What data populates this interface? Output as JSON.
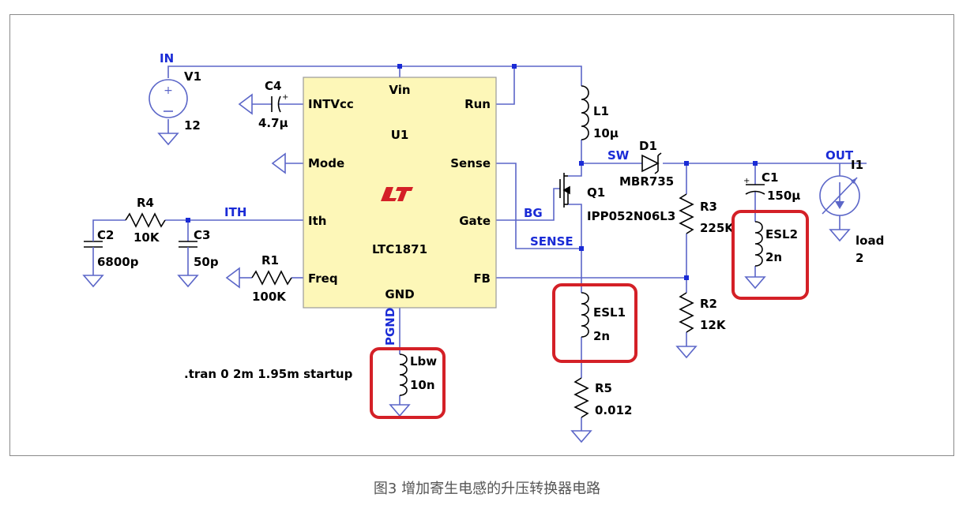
{
  "colors": {
    "wire": "#5b66c8",
    "net_label": "#1a2bd6",
    "ic_fill": "#fdf7b8",
    "ic_border": "#9a9a9a",
    "highlight": "#d42027",
    "logo": "#d42027",
    "node": "#1a2bd6"
  },
  "nets": {
    "in": "IN",
    "out": "OUT",
    "sw": "SW",
    "bg": "BG",
    "sense": "SENSE",
    "ith": "ITH",
    "pgnd": "PGND"
  },
  "ic": {
    "ref": "U1",
    "part": "LTC1871",
    "logo_icon": "lt-logo-icon",
    "pins": {
      "vin": "Vin",
      "intvcc": "INTVcc",
      "run": "Run",
      "mode": "Mode",
      "sense": "Sense",
      "ith": "Ith",
      "gate": "Gate",
      "freq": "Freq",
      "fb": "FB",
      "gnd": "GND"
    }
  },
  "components": {
    "v1": {
      "ref": "V1",
      "value": "12"
    },
    "c4": {
      "ref": "C4",
      "value": "4.7µ"
    },
    "r4": {
      "ref": "R4",
      "value": "10K"
    },
    "c2": {
      "ref": "C2",
      "value": "6800p"
    },
    "c3": {
      "ref": "C3",
      "value": "50p"
    },
    "r1": {
      "ref": "R1",
      "value": "100K"
    },
    "l1": {
      "ref": "L1",
      "value": "10µ"
    },
    "d1": {
      "ref": "D1",
      "value": "MBR735"
    },
    "q1": {
      "ref": "Q1",
      "value": "IPP052N06L3"
    },
    "r3": {
      "ref": "R3",
      "value": "225K"
    },
    "r2": {
      "ref": "R2",
      "value": "12K"
    },
    "c1": {
      "ref": "C1",
      "value": "150µ"
    },
    "esl1": {
      "ref": "ESL1",
      "value": "2n"
    },
    "esl2": {
      "ref": "ESL2",
      "value": "2n"
    },
    "lbw": {
      "ref": "Lbw",
      "value": "10n"
    },
    "r5": {
      "ref": "R5",
      "value": "0.012"
    },
    "i1": {
      "ref": "I1",
      "value": "2",
      "label": "load"
    }
  },
  "directive": ".tran 0 2m 1.95m startup",
  "caption": "图3 增加寄生电感的升压转换器电路"
}
